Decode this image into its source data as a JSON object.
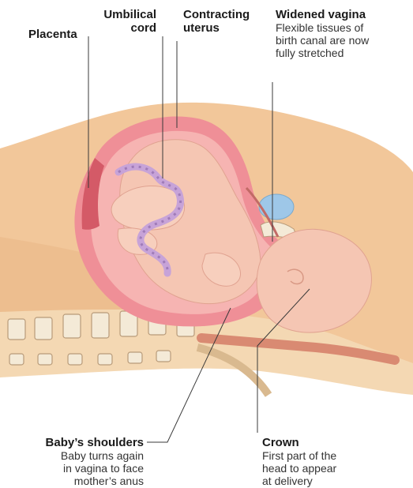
{
  "labels": {
    "placenta": {
      "title": "Placenta"
    },
    "umbilical_cord": {
      "line1": "Umbilical",
      "line2": "cord"
    },
    "contracting_uterus": {
      "line1": "Contracting",
      "line2": "uterus"
    },
    "widened_vagina": {
      "title": "Widened vagina",
      "desc1": "Flexible tissues of",
      "desc2": "birth canal are now",
      "desc3": "fully stretched"
    },
    "babys_shoulders": {
      "title": "Baby’s shoulders",
      "desc1": "Baby turns again",
      "desc2": "in vagina to face",
      "desc3": "mother’s anus"
    },
    "crown": {
      "title": "Crown",
      "desc1": "First part of the",
      "desc2": "head to appear",
      "desc3": "at delivery"
    }
  },
  "colors": {
    "body_skin": "#f2c79a",
    "uterus_wall": "#ef8f97",
    "uterus_inner": "#f6b4b2",
    "baby_skin": "#f5c6b3",
    "cord": "#c7a3d8",
    "bladder": "#9ec7e8",
    "spine_bone": "#f4ead7",
    "leader_line": "#3a3a3a"
  }
}
